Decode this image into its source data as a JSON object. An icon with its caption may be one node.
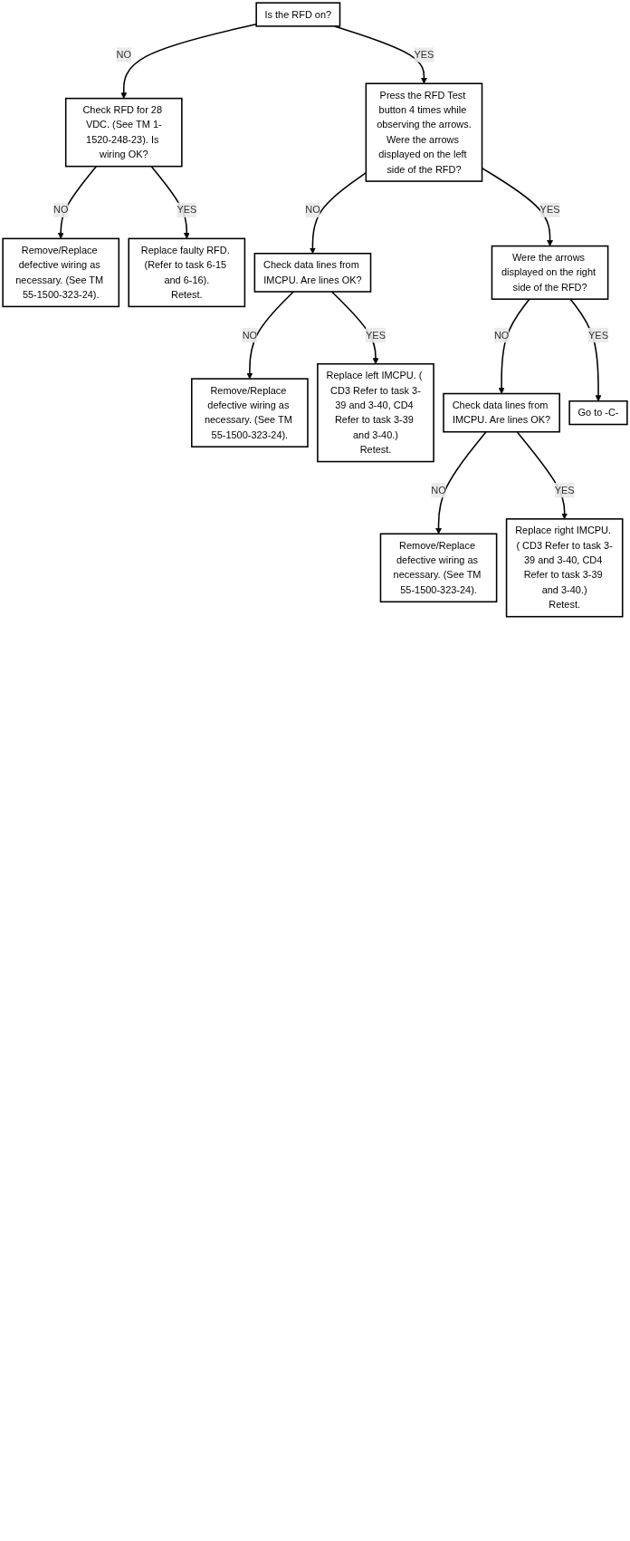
{
  "diagram": {
    "nodes": [
      {
        "text": [
          "Is the RFD on?"
        ]
      },
      {
        "text": [
          "Check RFD for 28 VDC. (See TM 1-1520-248-23). Is wiring OK?"
        ]
      },
      {
        "text": [
          "Remove/Replace defective wiring as necessary. (See TM 55-1500-323-24)."
        ]
      },
      {
        "text": [
          "Replace faulty RFD. (Refer to task 6-15 and 6-16).",
          "Retest."
        ]
      },
      {
        "text": [
          "Press the RFD Test button 4 times while observing the arrows.",
          "Were the arrows displayed on the left side of the RFD?"
        ]
      },
      {
        "text": [
          "Check data lines from IMCPU. Are lines OK?"
        ]
      },
      {
        "text": [
          "Remove/Replace defective wiring as necessary. (See TM 55-1500-323-24)."
        ]
      },
      {
        "text": [
          "Replace left IMCPU. ( CD3 Refer to task 3-39 and 3-40, CD4 Refer to task 3-39 and 3-40.)",
          "Retest."
        ]
      },
      {
        "text": [
          "Were the arrows displayed on the right side of the RFD?"
        ]
      },
      {
        "text": [
          "Check data lines from IMCPU. Are lines OK?"
        ]
      },
      {
        "text": [
          "Remove/Replace defective wiring as necessary. (See TM 55-1500-323-24)."
        ]
      },
      {
        "text": [
          "Replace right IMCPU. ( CD3 Refer to task 3-39 and 3-40, CD4 Refer to task 3-39 and 3-40.)",
          "Retest."
        ]
      },
      {
        "text": [
          "Go to -C-"
        ]
      }
    ],
    "edges": [
      {
        "from": 0,
        "to": 1,
        "arrow": "to",
        "label": "NO"
      },
      {
        "from": 0,
        "to": 4,
        "arrow": "to",
        "label": "YES"
      },
      {
        "from": 1,
        "to": 2,
        "arrow": "to",
        "label": "NO"
      },
      {
        "from": 1,
        "to": 3,
        "arrow": "to",
        "label": "YES"
      },
      {
        "from": 4,
        "to": 5,
        "arrow": "to",
        "label": "NO"
      },
      {
        "from": 4,
        "to": 8,
        "arrow": "to",
        "label": "YES"
      },
      {
        "from": 5,
        "to": 6,
        "arrow": "to",
        "label": "NO"
      },
      {
        "from": 5,
        "to": 7,
        "arrow": "to",
        "label": "YES"
      },
      {
        "from": 8,
        "to": 9,
        "arrow": "to",
        "label": "NO"
      },
      {
        "from": 8,
        "to": 12,
        "arrow": "to",
        "label": "YES"
      },
      {
        "from": 9,
        "to": 10,
        "arrow": "to",
        "label": "NO"
      },
      {
        "from": 9,
        "to": 11,
        "arrow": "to",
        "label": "YES"
      }
    ]
  }
}
